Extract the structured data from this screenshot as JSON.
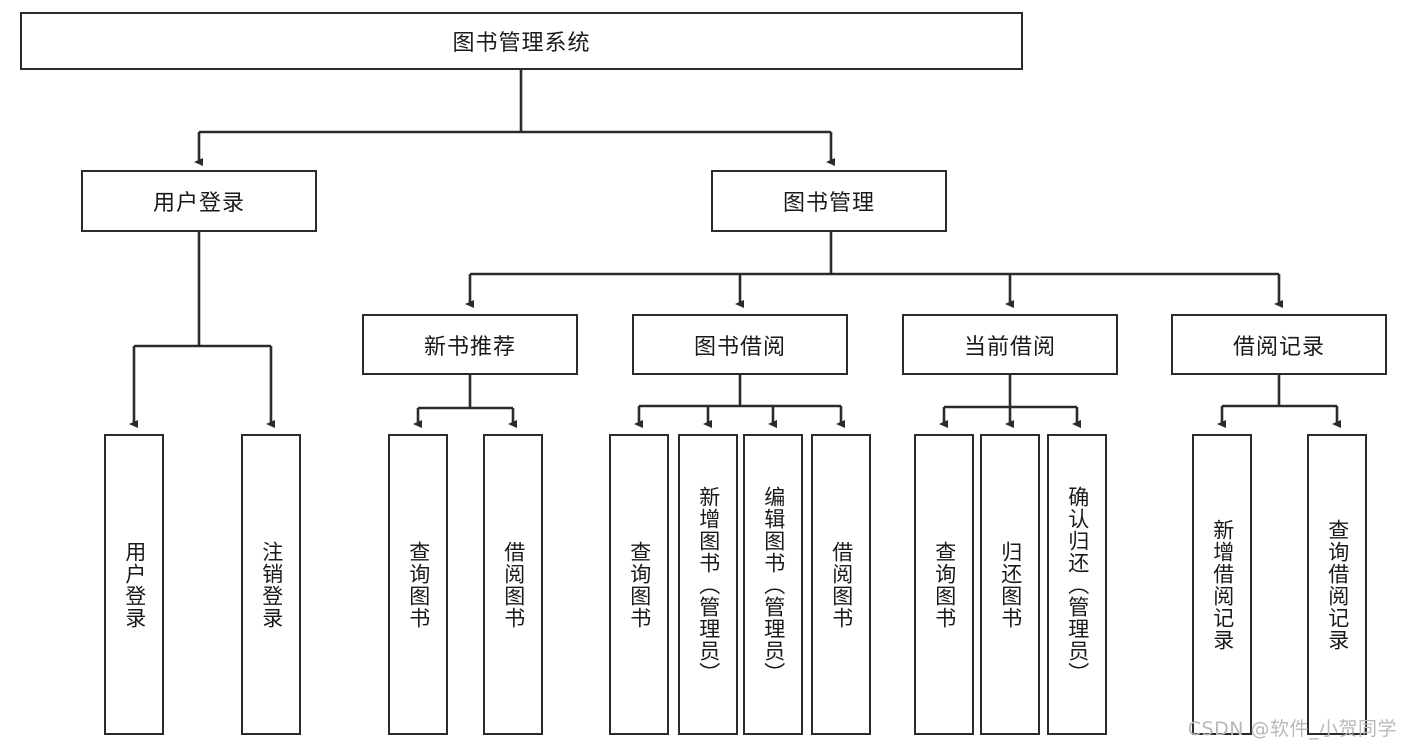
{
  "diagram": {
    "type": "tree",
    "title": "图书管理系统",
    "root": {
      "label": "图书管理系统"
    },
    "level2": [
      {
        "label": "用户登录"
      },
      {
        "label": "图书管理"
      }
    ],
    "level3": [
      {
        "label": "新书推荐"
      },
      {
        "label": "图书借阅"
      },
      {
        "label": "当前借阅"
      },
      {
        "label": "借阅记录"
      }
    ],
    "leaves": {
      "user_login": [
        {
          "label": "用户登录"
        },
        {
          "label": "注销登录"
        }
      ],
      "new_book_recommend": [
        {
          "label": "查询图书"
        },
        {
          "label": "借阅图书"
        }
      ],
      "book_borrow": [
        {
          "label": "查询图书"
        },
        {
          "label": "新增图书（管理员）"
        },
        {
          "label": "编辑图书（管理员）"
        },
        {
          "label": "借阅图书"
        }
      ],
      "current_borrow": [
        {
          "label": "查询图书"
        },
        {
          "label": "归还图书"
        },
        {
          "label": "确认归还（管理员）"
        }
      ],
      "borrow_record": [
        {
          "label": "新增借阅记录"
        },
        {
          "label": "查询借阅记录"
        }
      ]
    },
    "watermark": "CSDN @软件_小贺同学",
    "colors": {
      "stroke": "#2b2b2b",
      "fill": "#ffffff",
      "text": "#1a1a1a",
      "watermark": "#b9b9b9"
    }
  }
}
